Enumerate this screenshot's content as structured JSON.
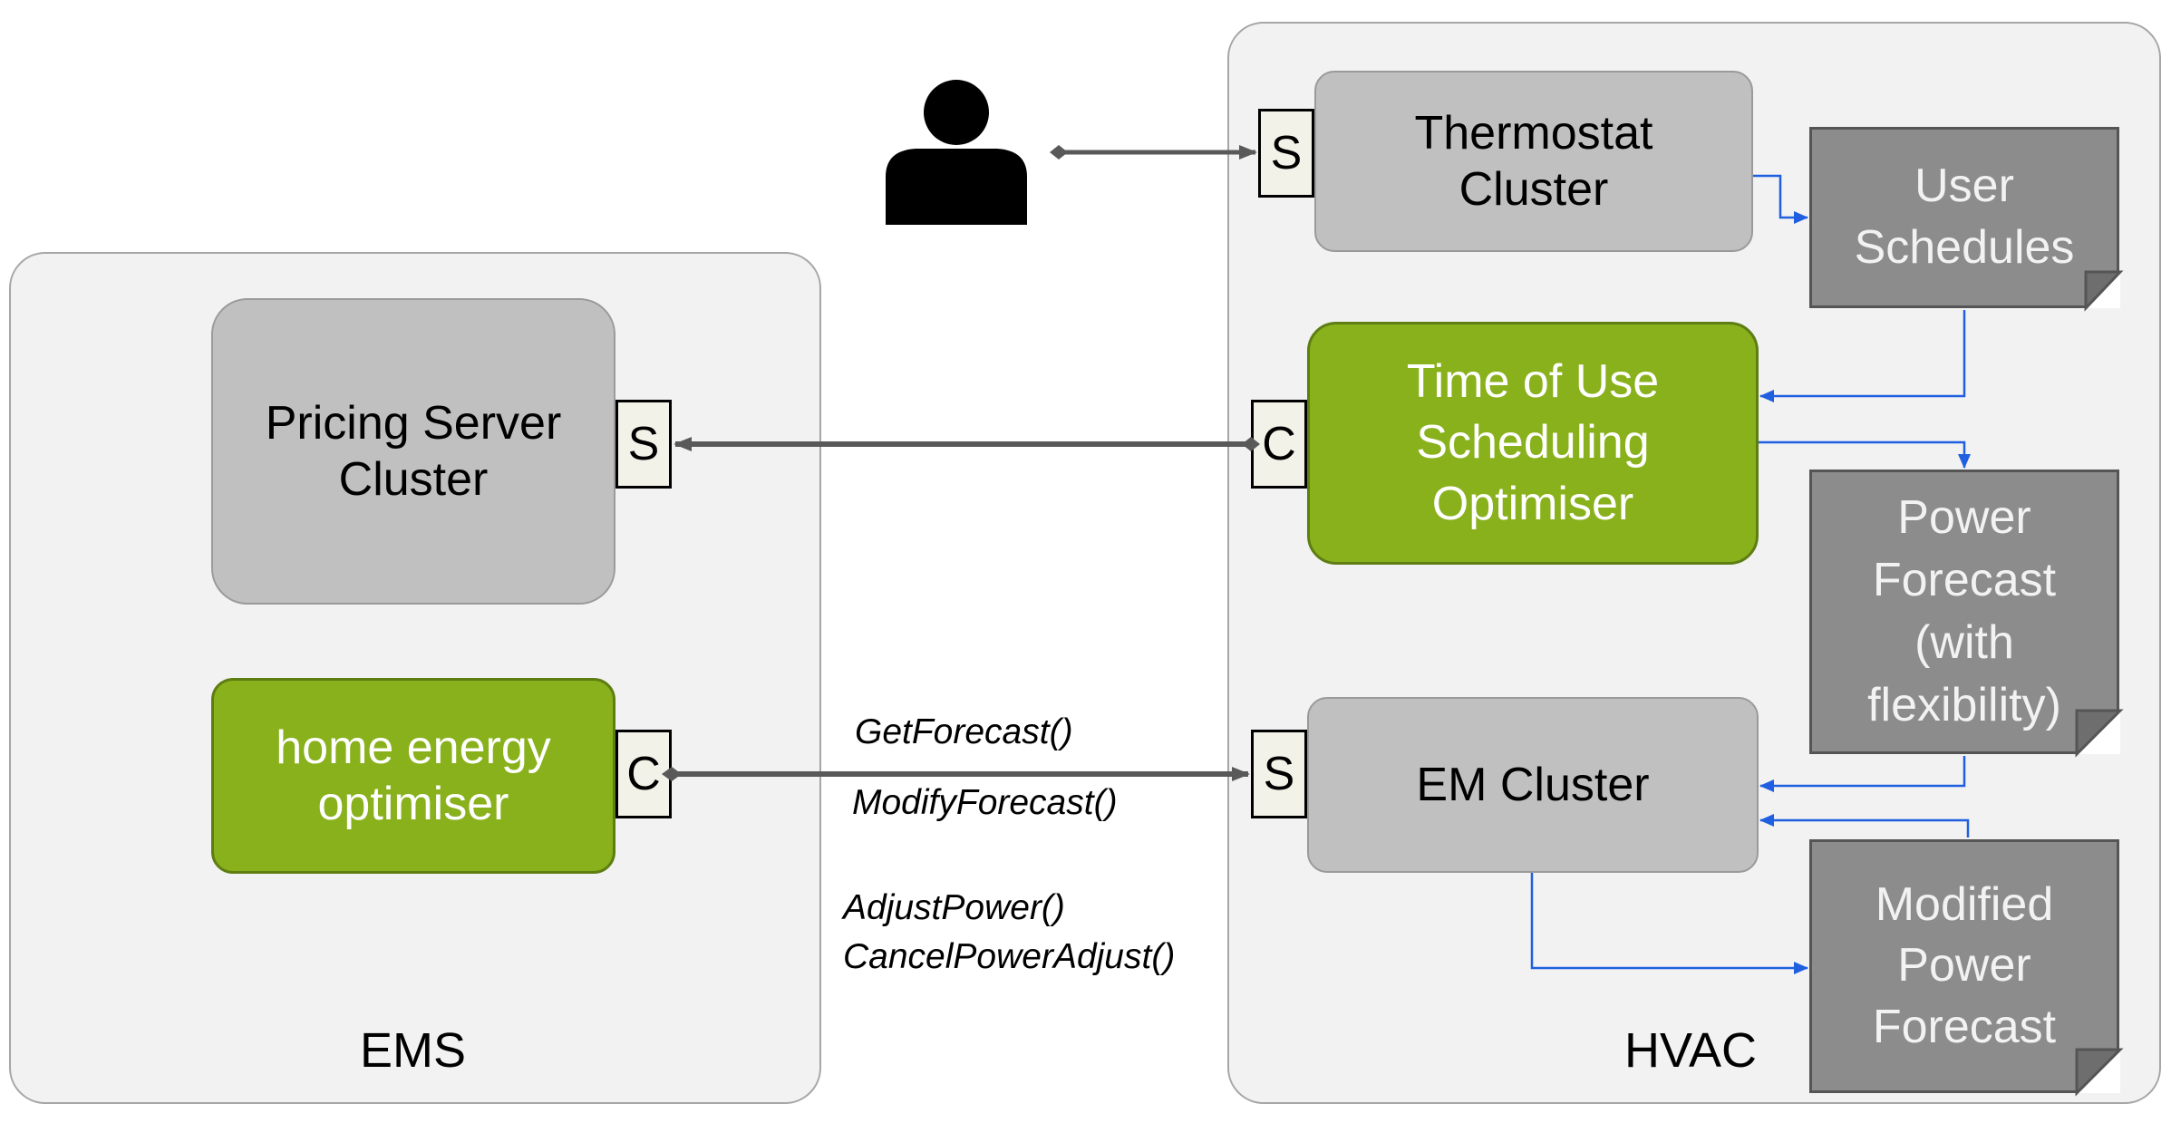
{
  "ems": {
    "label": "EMS",
    "pricing_server": {
      "label": "Pricing Server\nCluster",
      "port": "S"
    },
    "home_optimiser": {
      "label": "home energy\noptimiser",
      "port": "C"
    }
  },
  "hvac": {
    "label": "HVAC",
    "thermostat": {
      "label": "Thermostat\nCluster",
      "port": "S"
    },
    "tou_optimiser": {
      "label": "Time of Use\nScheduling\nOptimiser",
      "port": "C"
    },
    "em_cluster": {
      "label": "EM Cluster",
      "port": "S"
    },
    "notes": {
      "user_schedules": "User\nSchedules",
      "power_forecast": "Power\nForecast\n(with\nflexibility)",
      "modified_forecast": "Modified\nPower\nForecast"
    }
  },
  "user": {
    "icon": "person-icon"
  },
  "methods": [
    "GetForecast()",
    "ModifyForecast()",
    "AdjustPower()",
    "CancelPowerAdjust()"
  ],
  "colors": {
    "panel": "#f2f2f2",
    "cluster_gray": "#c0c0c0",
    "optimiser_green": "#88b11c",
    "note_gray": "#8c8c8c",
    "connector_gray": "#595959",
    "flow_blue": "#1f5fe0"
  }
}
